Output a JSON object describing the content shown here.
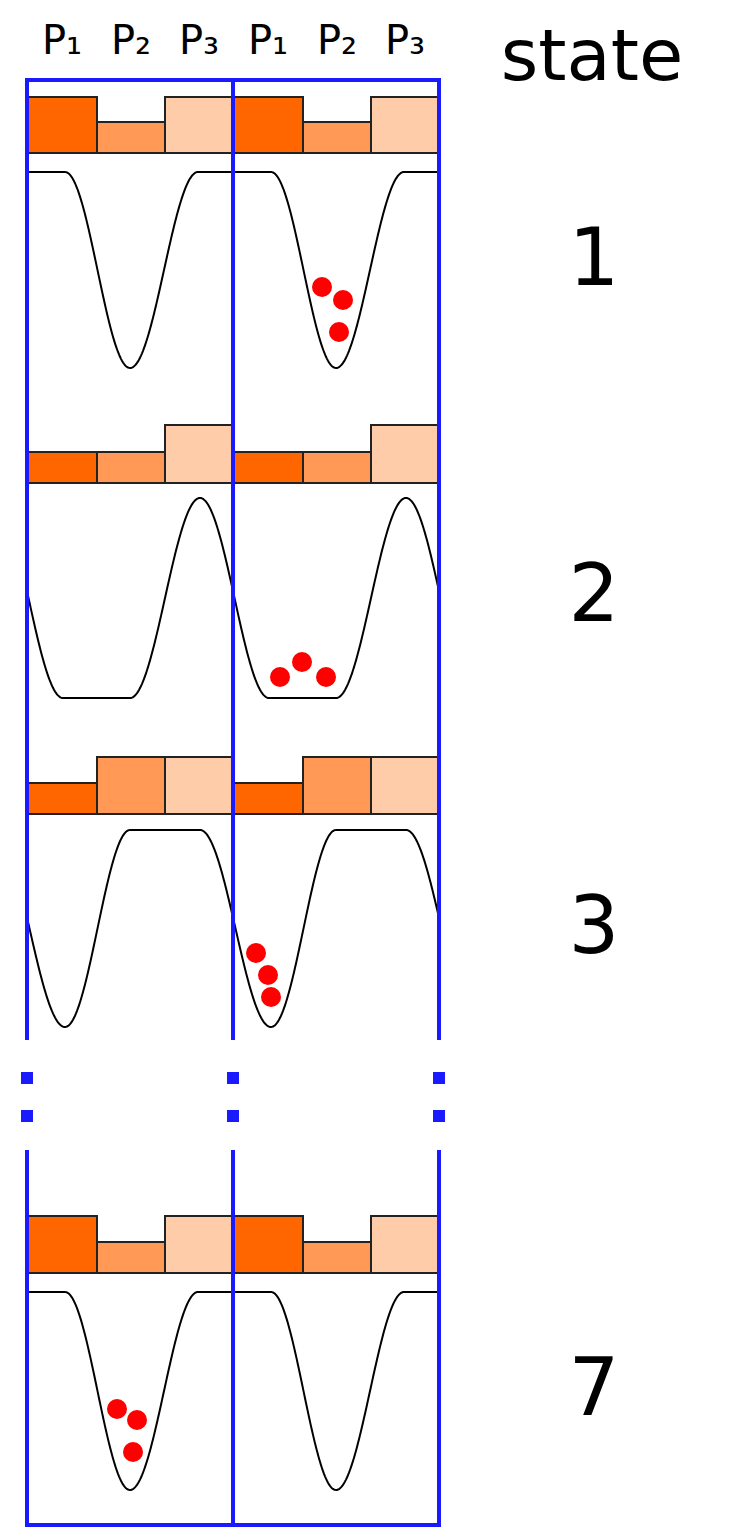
{
  "diagram": {
    "labels": [
      "P₁",
      "P₂",
      "P₃",
      "P₁",
      "P₂",
      "P₃",
      "state",
      "1",
      "2",
      "3",
      "7"
    ]
  }
}
